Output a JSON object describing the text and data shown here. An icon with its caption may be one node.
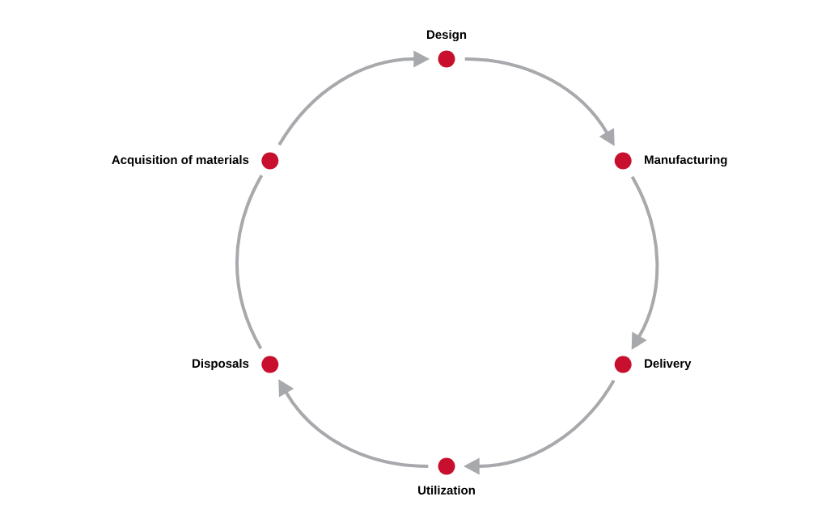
{
  "diagram": {
    "nodes": [
      {
        "text": [
          "Design"
        ]
      },
      {
        "text": [
          "Manufacturing"
        ]
      },
      {
        "text": [
          "Delivery"
        ]
      },
      {
        "text": [
          "Utilization"
        ]
      },
      {
        "text": [
          "Disposals"
        ]
      },
      {
        "text": [
          "Acquisition of materials"
        ]
      }
    ],
    "edges": [
      {
        "from": 0,
        "to": 1,
        "arrow": "to"
      },
      {
        "from": 1,
        "to": 2,
        "arrow": "to"
      },
      {
        "from": 2,
        "to": 3,
        "arrow": "to"
      },
      {
        "from": 3,
        "to": 4,
        "arrow": "to"
      },
      {
        "from": 4,
        "to": 5,
        "arrow": "none"
      },
      {
        "from": 5,
        "to": 0,
        "arrow": "to"
      }
    ]
  }
}
